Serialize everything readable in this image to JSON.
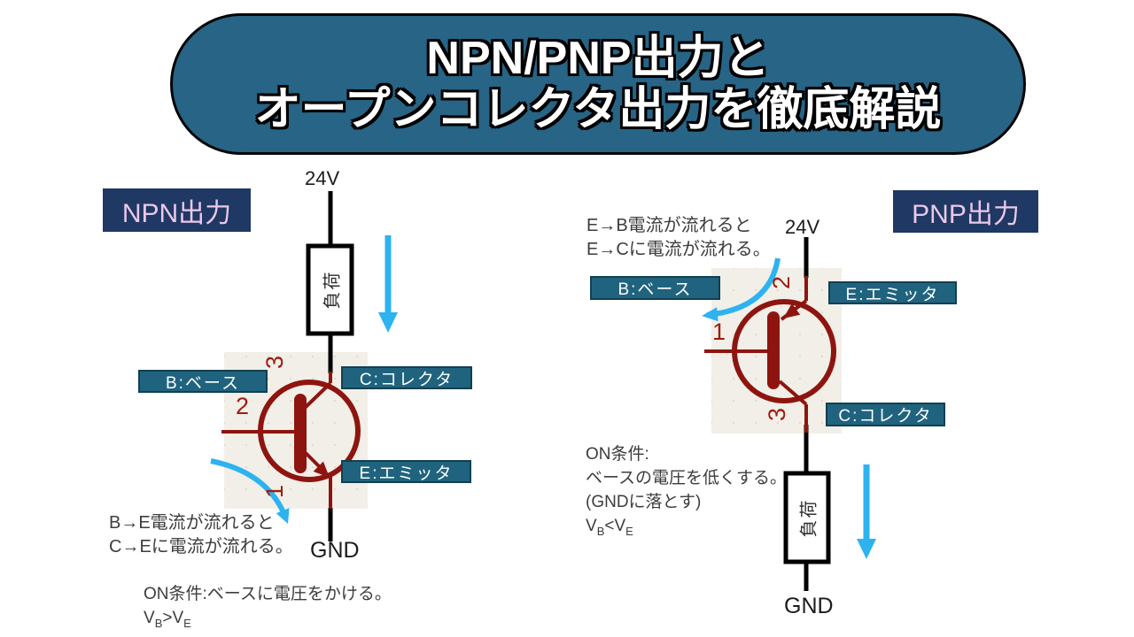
{
  "colors": {
    "banner_bg": "#276485",
    "banner_border": "#050505",
    "section_bg": "#1F3864",
    "section_text": "#EBC8E9",
    "pin_label_bg": "#20637E",
    "pin_label_border": "#123F52",
    "transistor_red": "#8E150F",
    "pin_number_red": "#9E1B12",
    "wire_black": "#000000",
    "arrow_cyan": "#2CB3F0",
    "schematic_bg": "#F1EFE7"
  },
  "title": {
    "line1": "NPN/PNP出力と",
    "line2": "オープンコレクタ出力を徹底解説"
  },
  "npn": {
    "section_label": "NPN出力",
    "supply_label": "24V",
    "load_label": "負荷",
    "ground_label": "GND",
    "pin_labels": {
      "base": "B:ベース",
      "collector": "C:コレクタ",
      "emitter": "E:エミッタ"
    },
    "pin_numbers": {
      "base": "2",
      "collector": "3",
      "emitter": "1"
    },
    "current_note": {
      "line1": "B→E電流が流れると",
      "line2": "C→Eに電流が流れる。"
    },
    "on_condition": {
      "line1": "ON条件:ベースに電圧をかける。",
      "formula": {
        "v1": "V",
        "sub1": "B",
        "op": ">",
        "v2": "V",
        "sub2": "E"
      }
    }
  },
  "pnp": {
    "section_label": "PNP出力",
    "supply_label": "24V",
    "load_label": "負荷",
    "ground_label": "GND",
    "pin_labels": {
      "base": "B:ベース",
      "collector": "C:コレクタ",
      "emitter": "E:エミッタ"
    },
    "pin_numbers": {
      "base": "1",
      "collector": "3",
      "emitter": "2"
    },
    "current_note": {
      "line1": "E→B電流が流れると",
      "line2": "E→Cに電流が流れる。"
    },
    "on_condition": {
      "line1": "ON条件:",
      "line2": "ベースの電圧を低くする。",
      "line3": "(GNDに落とす)",
      "formula": {
        "v1": "V",
        "sub1": "B",
        "op": "<",
        "v2": "V",
        "sub2": "E"
      }
    }
  }
}
